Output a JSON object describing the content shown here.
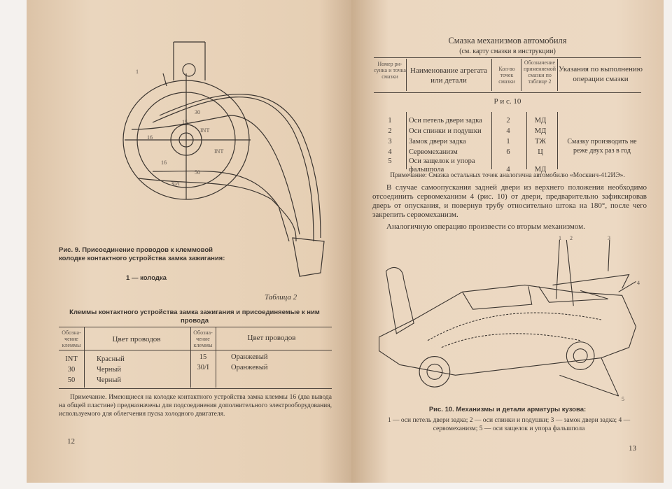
{
  "left": {
    "fig9": {
      "labels": [
        "1",
        "30",
        "15",
        "INT",
        "16",
        "INT",
        "16",
        "50",
        "30/I"
      ],
      "caption": "Рис. 9. Присоединение проводов к клеммовой колодке контактного устройства замка зажигания:",
      "caption2": "1 — колодка"
    },
    "table_no": "Таблица 2",
    "table_title": "Клеммы контактного устройства замка зажигания и присоединяемые к ним провода",
    "headers": [
      "Обозна­чение клеммы",
      "Цвет проводов",
      "Обозна­чение клеммы",
      "Цвет проводов"
    ],
    "rows_left": [
      [
        "INT",
        "Красный"
      ],
      [
        "30",
        "Черный"
      ],
      [
        "50",
        "Черный"
      ]
    ],
    "rows_right": [
      [
        "15",
        "Оранжевый"
      ],
      [
        "30/I",
        "Оранжевый"
      ]
    ],
    "note": "Примечание. Имеющиеся на колодке контактного устройства замка клеммы 16 (два вывода на общей пластине) предназначены для подсоединения дополнительного электрооборудования, используемого для облегчения пуска холодного двигателя.",
    "page_no": "12"
  },
  "right": {
    "title": "Смазка механизмов автомобиля",
    "subtitle": "(см. карту смазки в инструкции)",
    "headers": [
      "Номер ри­сунка и точка смаз­ки",
      "Наименование агрегата или детали",
      "Кол-во точек смазки",
      "Обозначе­ние приме­няемой смазки по таблице 2",
      "Указания по выполнению операции смазки"
    ],
    "section": "Р и с. 10",
    "rows": [
      [
        "1",
        "Оси петель двери задка",
        "2",
        "МД"
      ],
      [
        "2",
        "Оси спинки и подушки",
        "4",
        "МД"
      ],
      [
        "3",
        "Замок двери задка",
        "1",
        "ТЖ"
      ],
      [
        "4",
        "Сервомеханизм",
        "6",
        "Ц"
      ],
      [
        "5",
        "Оси защелок и упора фальшпола",
        "4",
        "МД"
      ]
    ],
    "instruction": "Смазку производить не реже двух раз в год",
    "note": "Примечание: Смазка остальных точек аналогична автомобилю «Москвич-412ИЭ».",
    "para1": "В случае самоопускания задней двери из верхнего положения необходимо отсоединить сервомеханизм 4 (рис. 10) от двери, предварительно зафиксировав дверь от опускания, и повернув трубу относительно штока на 180°, после чего закрепить сервомеханизм.",
    "para2": "Аналогичную операцию произвести со вторым механизмом.",
    "fig10": {
      "labels": [
        "1",
        "2",
        "3",
        "4",
        "5"
      ],
      "caption": "Рис. 10. Механизмы и детали арматуры кузова:",
      "legend": "1 — оси петель двери задка; 2 — оси спинки и подушки; 3 — замок двери задка; 4 — сервомеханизм; 5 — оси защелок и упора фальшпола"
    },
    "page_no": "13"
  }
}
